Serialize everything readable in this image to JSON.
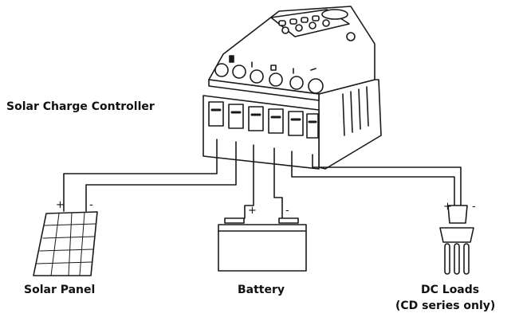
{
  "labels": {
    "controller": "Solar Charge Controller",
    "solar_panel": "Solar Panel",
    "battery": "Battery",
    "loads_line1": "DC Loads",
    "loads_line2": "(CD series only)"
  },
  "polarity": {
    "plus": "+",
    "minus": "-"
  },
  "colors": {
    "line": "#1a1a1a",
    "fill": "#ffffff"
  }
}
